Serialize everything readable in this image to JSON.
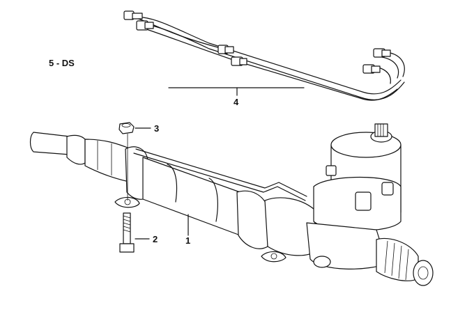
{
  "diagram": {
    "variant_label": "5 - DS",
    "callouts": [
      {
        "id": "1",
        "text": "1"
      },
      {
        "id": "2",
        "text": "2"
      },
      {
        "id": "3",
        "text": "3"
      },
      {
        "id": "4",
        "text": "4"
      }
    ]
  }
}
